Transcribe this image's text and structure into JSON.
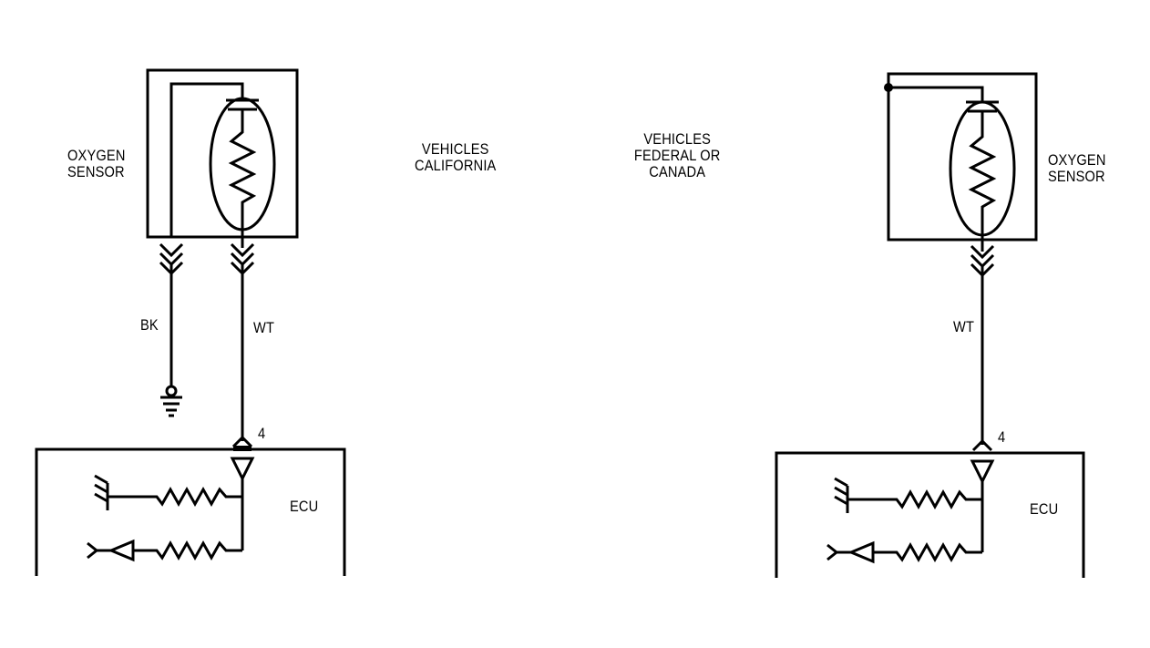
{
  "headings": {
    "california": "VEHICLES\nCALIFORNIA",
    "federal": "VEHICLES\nFEDERAL OR\nCANADA"
  },
  "left": {
    "sensor_label": "OXYGEN\nSENSOR",
    "wire_bk": "BK",
    "wire_wt": "WT",
    "pin": "4",
    "ecu_label": "ECU"
  },
  "right": {
    "sensor_label": "OXYGEN\nSENSOR",
    "wire_wt": "WT",
    "pin": "4",
    "ecu_label": "ECU"
  },
  "colors": {
    "ink": "#000000",
    "paper": "#ffffff"
  }
}
